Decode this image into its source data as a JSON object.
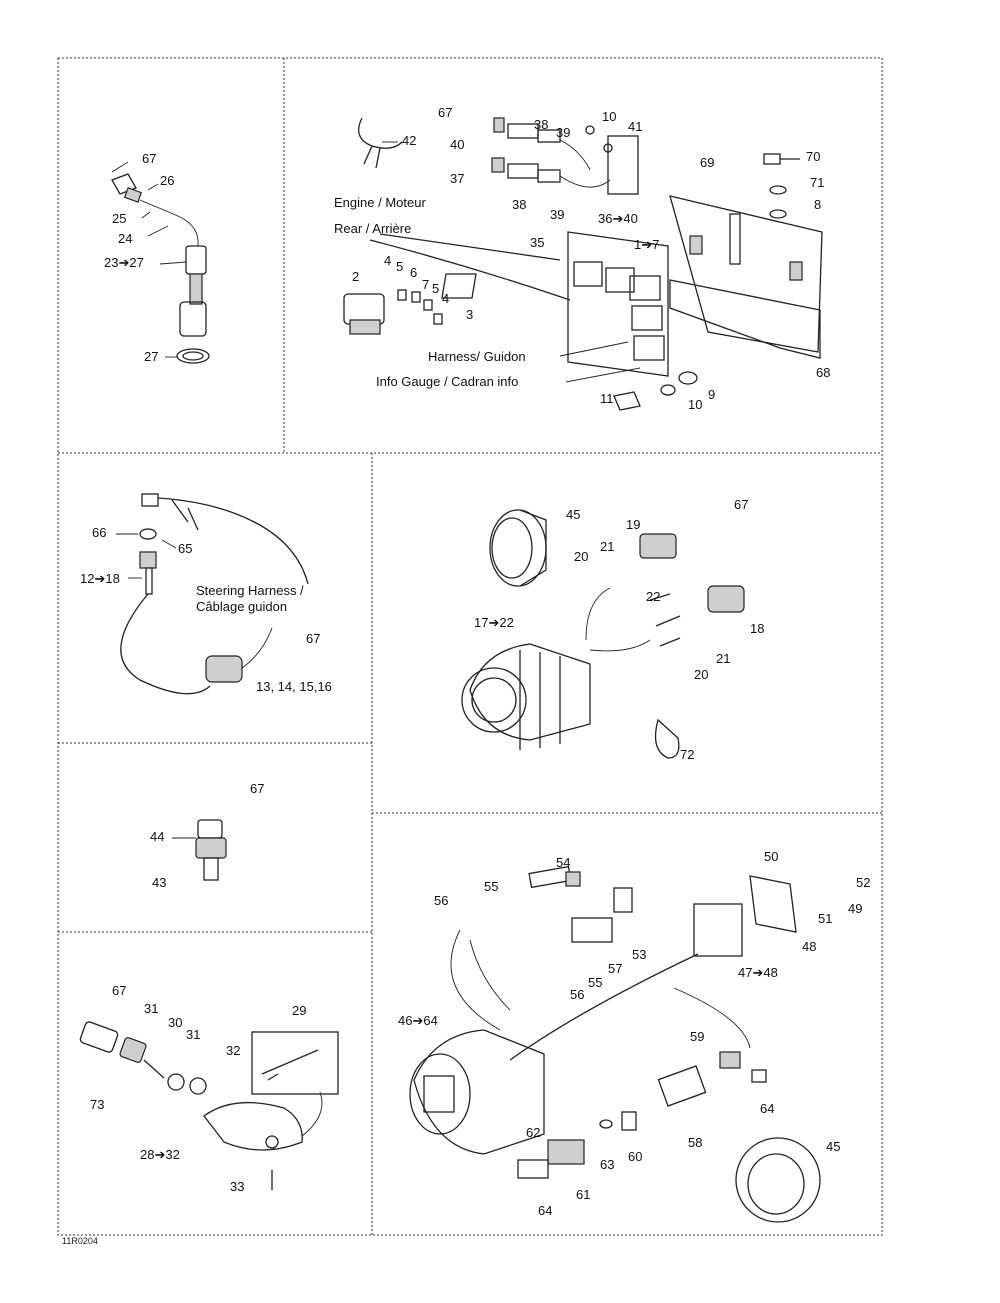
{
  "reference_code": "11R0204",
  "captions": {
    "engine": "Engine / Moteur",
    "rear": "Rear / Arrière",
    "harness": "Harness/ Guidon",
    "info_gauge": "Info Gauge / Cadran info",
    "steering_line1": "Steering Harness /",
    "steering_line2": "Câblage guidon"
  },
  "labels": {
    "p1": {
      "l67": "67",
      "l26": "26",
      "l25": "25",
      "l24": "24",
      "l23": "23➔27",
      "l27": "27"
    },
    "p2": {
      "l42": "42",
      "l67": "67",
      "l40a": "40",
      "l38a": "38",
      "l39a": "39",
      "l10a": "10",
      "l41": "41",
      "l37": "37",
      "l38b": "38",
      "l39b": "39",
      "l36": "36➔40",
      "l69": "69",
      "l70": "70",
      "l71": "71",
      "l8": "8",
      "l35": "35",
      "l1": "1➔7",
      "l2": "2",
      "l4a": "4",
      "l5": "5",
      "l6": "6",
      "l7": "7",
      "l5b": "5",
      "l4b": "4",
      "l3": "3",
      "l68": "68",
      "l9": "9",
      "l10b": "10",
      "l11": "11"
    },
    "p3": {
      "l66": "66",
      "l65": "65",
      "l12": "12➔18",
      "l67": "67",
      "l13": "13, 14, 15,16"
    },
    "p4": {
      "l45": "45",
      "l19": "19",
      "l67": "67",
      "l20a": "20",
      "l21a": "21",
      "l17": "17➔22",
      "l22": "22",
      "l18": "18",
      "l21b": "21",
      "l20b": "20",
      "l72": "72"
    },
    "p5": {
      "l67": "67",
      "l44": "44",
      "l43": "43"
    },
    "p6": {
      "l67": "67",
      "l31a": "31",
      "l30": "30",
      "l31b": "31",
      "l32": "32",
      "l29": "29",
      "l73": "73",
      "l28": "28➔32",
      "l33": "33"
    },
    "p7": {
      "l54": "54",
      "l55a": "55",
      "l56a": "56",
      "l50": "50",
      "l52": "52",
      "l51": "51",
      "l49": "49",
      "l53a": "53",
      "l48": "48",
      "l57": "57",
      "l55b": "55",
      "l56b": "56",
      "l47": "47➔48",
      "l46": "46➔64",
      "l59": "59",
      "l64a": "64",
      "l62": "62",
      "l63": "63",
      "l60": "60",
      "l58": "58",
      "l61": "61",
      "l64b": "64",
      "l45": "45"
    }
  }
}
